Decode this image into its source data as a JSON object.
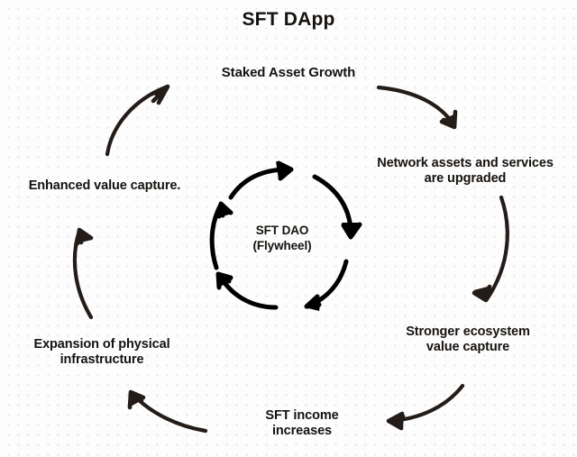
{
  "diagram": {
    "title": "SFT DApp",
    "center": {
      "line1": "SFT  DAO",
      "line2": "(Flywheel)",
      "text": "SFT  DAO\n(Flywheel)"
    },
    "stages": [
      {
        "id": "staked-asset-growth",
        "label": "Staked Asset Growth",
        "position": "top"
      },
      {
        "id": "network-assets-upgraded",
        "label": "Network assets and services\nare upgraded",
        "position": "right-upper"
      },
      {
        "id": "stronger-ecosystem-value-capture",
        "label": "Stronger ecosystem\nvalue capture",
        "position": "right-lower"
      },
      {
        "id": "sft-income-increases",
        "label": "SFT income\nincreases",
        "position": "bottom"
      },
      {
        "id": "expansion-physical-infrastructure",
        "label": "Expansion of physical\ninfrastructure",
        "position": "left-lower"
      },
      {
        "id": "enhanced-value-capture",
        "label": "Enhanced value capture.",
        "position": "left-upper"
      }
    ],
    "colors": {
      "background": "#fdfdfd",
      "dot_grid": "#e6e2e2",
      "text": "#15120f",
      "arrow": "#231c18",
      "inner_arrow": "#000000"
    },
    "flow_direction": "clockwise",
    "outer_arrow_count": 6,
    "inner_arrow_count": 4
  }
}
